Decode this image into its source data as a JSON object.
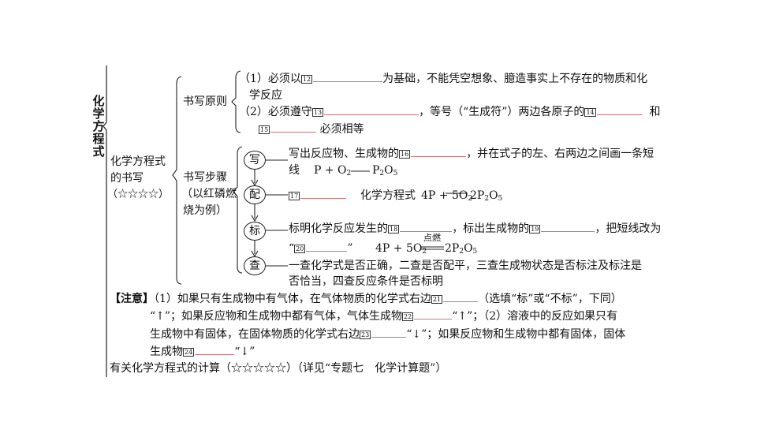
{
  "root_title": "化学方程式",
  "writing": {
    "label_lines": [
      "化学方程式",
      "的书写",
      "（☆☆☆☆）"
    ],
    "principles": {
      "label": "书写原则",
      "p1_prefix": "（1）必须以",
      "n12": "12",
      "p1_suffix": "为基础，不能凭空想象、臆造事实上不存在的物质和化",
      "p1_line2": "学反应",
      "p2_prefix": "（2）必须遵守",
      "n13": "13",
      "p2_mid": "，等号（“生成符”）两边各原子的",
      "n14": "14",
      "p2_and": "和",
      "n15": "15",
      "p2_line2": "必须相等"
    },
    "steps": {
      "label_lines": [
        "书写步骤",
        "（以红磷燃",
        "烧为例）"
      ],
      "write": {
        "char": "写",
        "line1_prefix": "写出反应物、生成物的",
        "n16": "16",
        "line1_suffix": "，并在式子的左、右两边之间画一条短",
        "line2": "线"
      },
      "balance": {
        "char": "配",
        "n17": "17",
        "text": "化学方程式"
      },
      "mark": {
        "char": "标",
        "prefix": "标明化学反应发生的",
        "n18": "18",
        "mid": "，标出生成物的",
        "n19": "19",
        "suffix": "，把短线改为",
        "quote_open": "“",
        "n20": "20",
        "quote_close": "”",
        "condition": "点燃"
      },
      "check": {
        "char": "查",
        "line1": "一查化学式是否正确，二查是否配平，三查生成物状态是否标注及标注是",
        "line2": "否恰当，四查反应条件是否标明"
      }
    }
  },
  "note": {
    "label": "【注意】",
    "l1_prefix": "（1）如果只有生成物中有气体，在气体物质的化学式右边",
    "n21": "21",
    "l1_suffix": "（选填“标”或“不标”，下同）",
    "l2_a": "“↑”；如果反应物和生成物中都有气体，气体生成物",
    "n22": "22",
    "l2_b": "“↑”；（2）溶液中的反应如果只有",
    "l3_a": "生成物中有固体，在固体物质的化学式右边",
    "n23": "23",
    "l3_b": "“↓”；如果反应物和生成物中都有固体，固体",
    "l4_a": "生成物",
    "n24": "24",
    "l4_b": "“↓”"
  },
  "calc": "有关化学方程式的计算（☆☆☆☆☆）（详见“专题七　化学计算题”）"
}
